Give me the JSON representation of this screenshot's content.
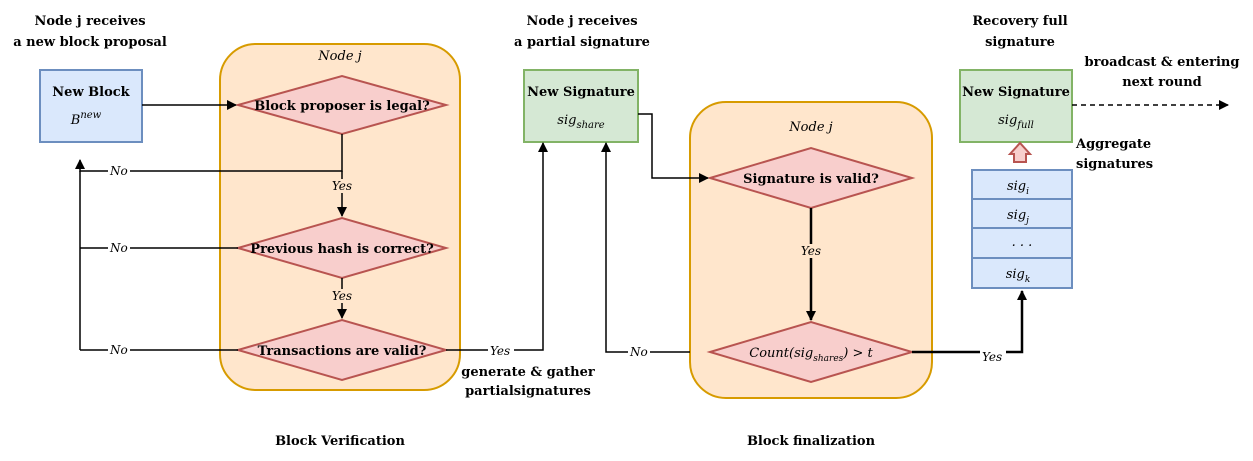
{
  "captions": {
    "node_j_receives_block_l1": "Node j receives",
    "node_j_receives_block_l2": "a new block proposal",
    "node_j_receives_sig_l1": "Node j receives",
    "node_j_receives_sig_l2": "a partial signature",
    "recovery_l1": "Recovery full",
    "recovery_l2": "signature",
    "broadcast_l1": "broadcast & entering",
    "broadcast_l2": "next round",
    "aggregate_l1": "Aggregate",
    "aggregate_l2": "signatures",
    "generate_l1": "generate & gather",
    "generate_l2": "partialsignatures",
    "block_verification": "Block Verification",
    "block_finalization": "Block finalization"
  },
  "containers": {
    "verification_title": "Node j",
    "finalization_title": "Node j"
  },
  "boxes": {
    "new_block_title": "New Block",
    "new_block_var": "B",
    "new_block_sup": "new",
    "new_sig_title": "New Signature",
    "new_sig_var": "sig",
    "new_sig_sub": "share",
    "full_sig_title": "New Signature",
    "full_sig_var": "sig",
    "full_sig_sub": "full"
  },
  "decisions": {
    "proposer_legal": "Block proposer is legal?",
    "prev_hash": "Previous hash is correct?",
    "tx_valid": "Transactions  are valid?",
    "sig_valid": "Signature is valid?",
    "count_prefix": "Count(sig",
    "count_sub": "shares",
    "count_suffix": ") > t"
  },
  "edge_labels": {
    "no1": "No",
    "no2": "No",
    "no3": "No",
    "no4": "No",
    "yes1": "Yes",
    "yes2": "Yes",
    "yes3": "Yes",
    "yes4": "Yes",
    "yes5": "Yes"
  },
  "signature_stack": {
    "var": "sig",
    "subs": [
      "i",
      "j",
      "k"
    ],
    "ellipsis": ". . ."
  },
  "colors": {
    "container_fill": "#ffe6cc",
    "container_stroke": "#d79b00",
    "blue_fill": "#dae8fc",
    "blue_stroke": "#6c8ebf",
    "green_fill": "#d5e8d4",
    "green_stroke": "#82b366",
    "decision_fill": "#f8cecc",
    "decision_stroke": "#b85450"
  }
}
